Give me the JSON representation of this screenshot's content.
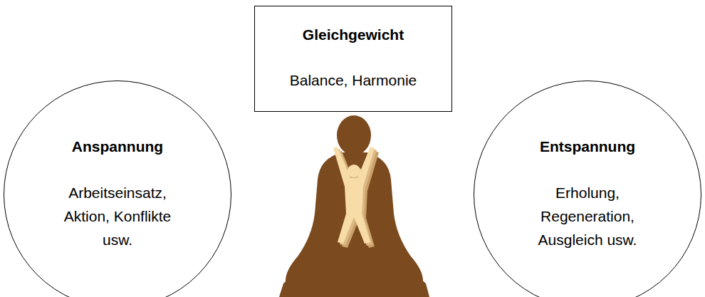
{
  "diagram": {
    "nodes": [
      {
        "text": [
          "Gleichgewicht",
          "Balance, Harmonie"
        ]
      },
      {
        "text": [
          "Anspannung",
          "Arbeitseinsatz, Aktion, Konflikte usw."
        ]
      },
      {
        "text": [
          "Entspannung",
          "Erholung, Regeneration, Ausgleich usw."
        ]
      }
    ]
  }
}
